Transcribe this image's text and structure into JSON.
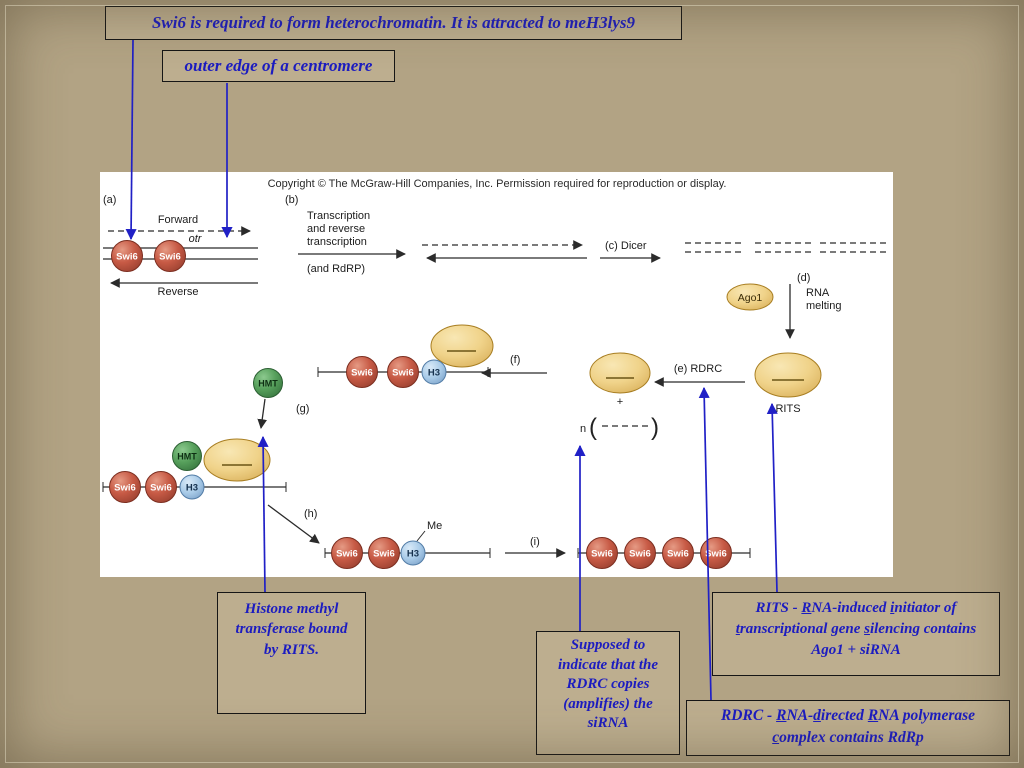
{
  "colors": {
    "slide_background": "#b2a384",
    "callout_fill": "#bdae8f",
    "callout_border": "#161616",
    "callout_text_blue": "#1c1cc0",
    "annotation_arrow_blue": "#2020c6",
    "figure_background": "#ffffff",
    "swi6_red": "#c75a45",
    "h3_blue": "#a9cbe8",
    "hmt_green": "#57a05c",
    "complex_tan": "#f0d38a"
  },
  "callouts": {
    "swi6_note": "Swi6 is required to form heterochromatin. It is attracted to meH3lys9",
    "otr_note": "outer edge of a centromere",
    "hmt_note_lines": [
      "Histone methyl",
      "transferase bound",
      "by RITS."
    ],
    "supposed_note_lines": [
      "Supposed to",
      "indicate that the",
      "RDRC copies",
      "(amplifies) the",
      "siRNA"
    ],
    "rits_note_segments": [
      [
        "RITS - ",
        0
      ],
      [
        "R",
        1
      ],
      [
        "NA-induced ",
        0
      ],
      [
        "i",
        1
      ],
      [
        "nitiator of ",
        0
      ],
      [
        "t",
        1
      ],
      [
        "ranscriptional gene ",
        0
      ],
      [
        "s",
        1
      ],
      [
        "ilencing contains Ago1 + siRNA",
        0
      ]
    ],
    "rdrc_note_segments": [
      [
        "RDRC - ",
        0
      ],
      [
        "R",
        1
      ],
      [
        "NA-",
        0
      ],
      [
        "d",
        1
      ],
      [
        "irected ",
        0
      ],
      [
        "R",
        1
      ],
      [
        "NA polymerase ",
        0
      ],
      [
        "c",
        1
      ],
      [
        "omplex contains RdRp",
        0
      ]
    ]
  },
  "diagram": {
    "copyright": "Copyright © The McGraw-Hill Companies, Inc. Permission required for reproduction or display.",
    "labels": {
      "a": "(a)",
      "b": "(b)",
      "c_dicer": "(c) Dicer",
      "d": "(d)",
      "e_rdrc": "(e) RDRC",
      "f": "(f)",
      "g": "(g)",
      "h": "(h)",
      "i": "(i)",
      "forward": "Forward",
      "reverse": "Reverse",
      "otr": "otr",
      "trans1": "Transcription",
      "trans2": "and reverse",
      "trans3": "transcription",
      "and_rdrp": "(and RdRP)",
      "rna": "RNA",
      "melting": "melting",
      "ago1": "Ago1",
      "rits": "RITS",
      "plus": "+",
      "n": "n",
      "paren_open": "(",
      "paren_close": ")",
      "swi6": "Swi6",
      "h3": "H3",
      "hmt": "HMT",
      "me": "Me"
    }
  }
}
